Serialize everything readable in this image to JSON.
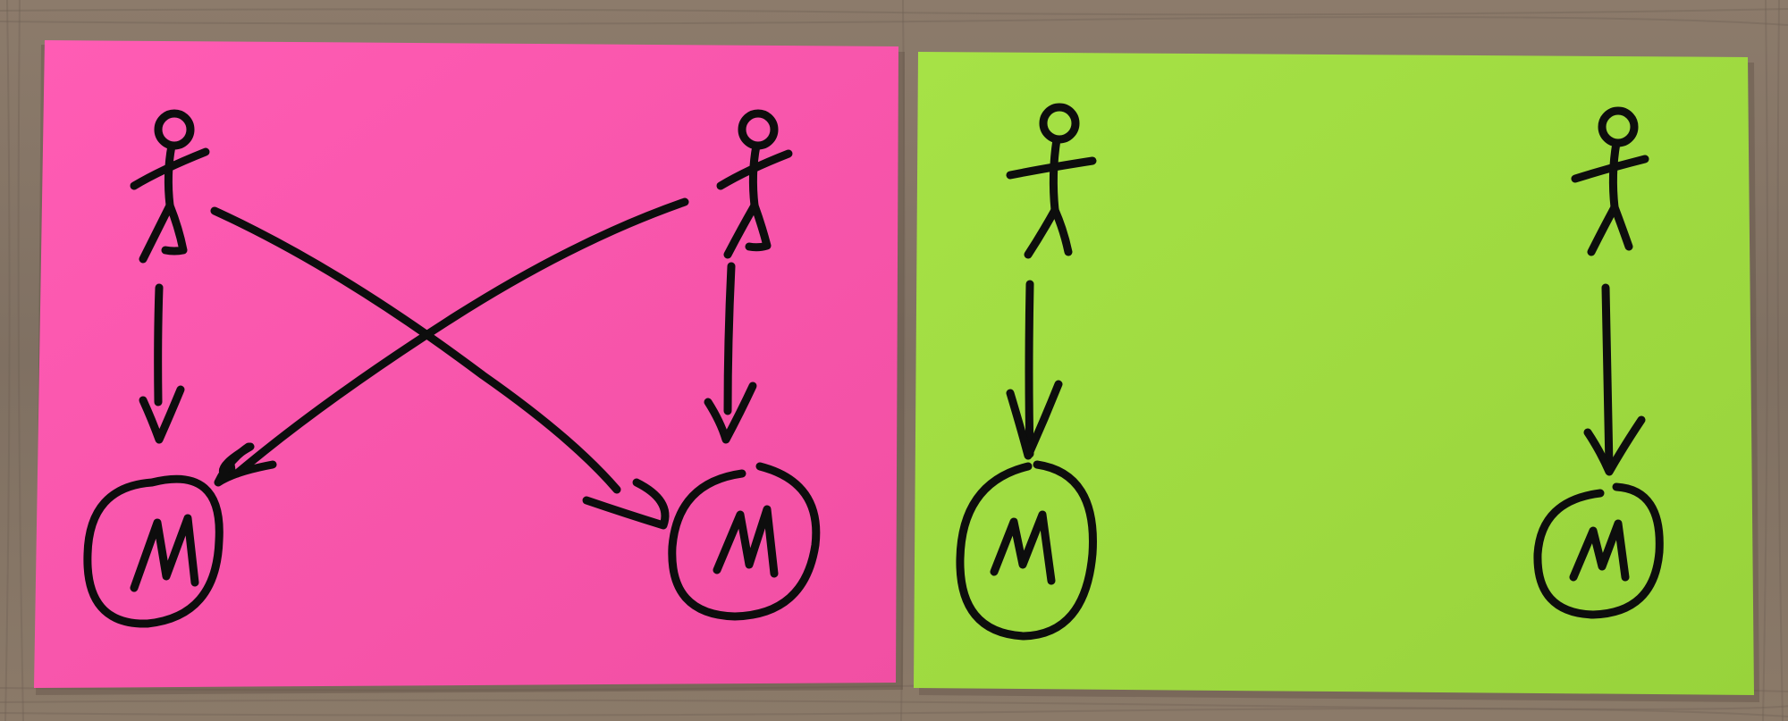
{
  "colors": {
    "wood_base": "#857565",
    "wood_dark": "#6a5a4c",
    "wood_light": "#9a8a78",
    "pink_note": "#ff5ab0",
    "pink_note_shade": "#f04fa6",
    "green_note": "#a3df44",
    "green_note_shade": "#98d43c",
    "ink": "#0d0d0d"
  },
  "notes": [
    {
      "id": "pink",
      "description": "many-to-many",
      "figures": [
        {
          "id": "person-left",
          "glyph": "M"
        },
        {
          "id": "person-right",
          "glyph": "M"
        }
      ],
      "icons": [
        "stick-figure-icon",
        "stick-figure-icon",
        "circled-m-icon",
        "circled-m-icon"
      ]
    },
    {
      "id": "green",
      "description": "one-to-one",
      "figures": [
        {
          "id": "person-left",
          "glyph": "M"
        },
        {
          "id": "person-right",
          "glyph": "M"
        }
      ],
      "icons": [
        "stick-figure-icon",
        "stick-figure-icon",
        "circled-m-icon",
        "circled-m-icon"
      ]
    }
  ],
  "circle_letters": [
    "M",
    "M",
    "M",
    "M"
  ]
}
